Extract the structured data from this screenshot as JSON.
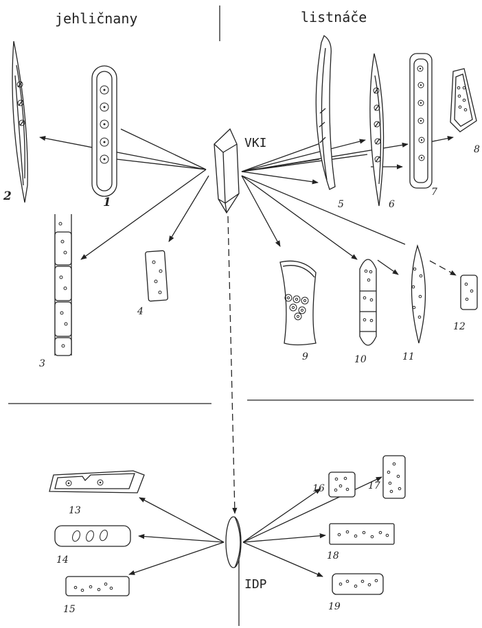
{
  "headings": {
    "conifers": "jehličnany",
    "broadleaves": "listnáče"
  },
  "nodes": {
    "vki": "VKI",
    "idp": "IDP"
  },
  "labels": [
    "1",
    "2",
    "3",
    "4",
    "5",
    "6",
    "7",
    "8",
    "9",
    "10",
    "11",
    "12",
    "13",
    "14",
    "15",
    "16",
    "17",
    "18",
    "19"
  ]
}
